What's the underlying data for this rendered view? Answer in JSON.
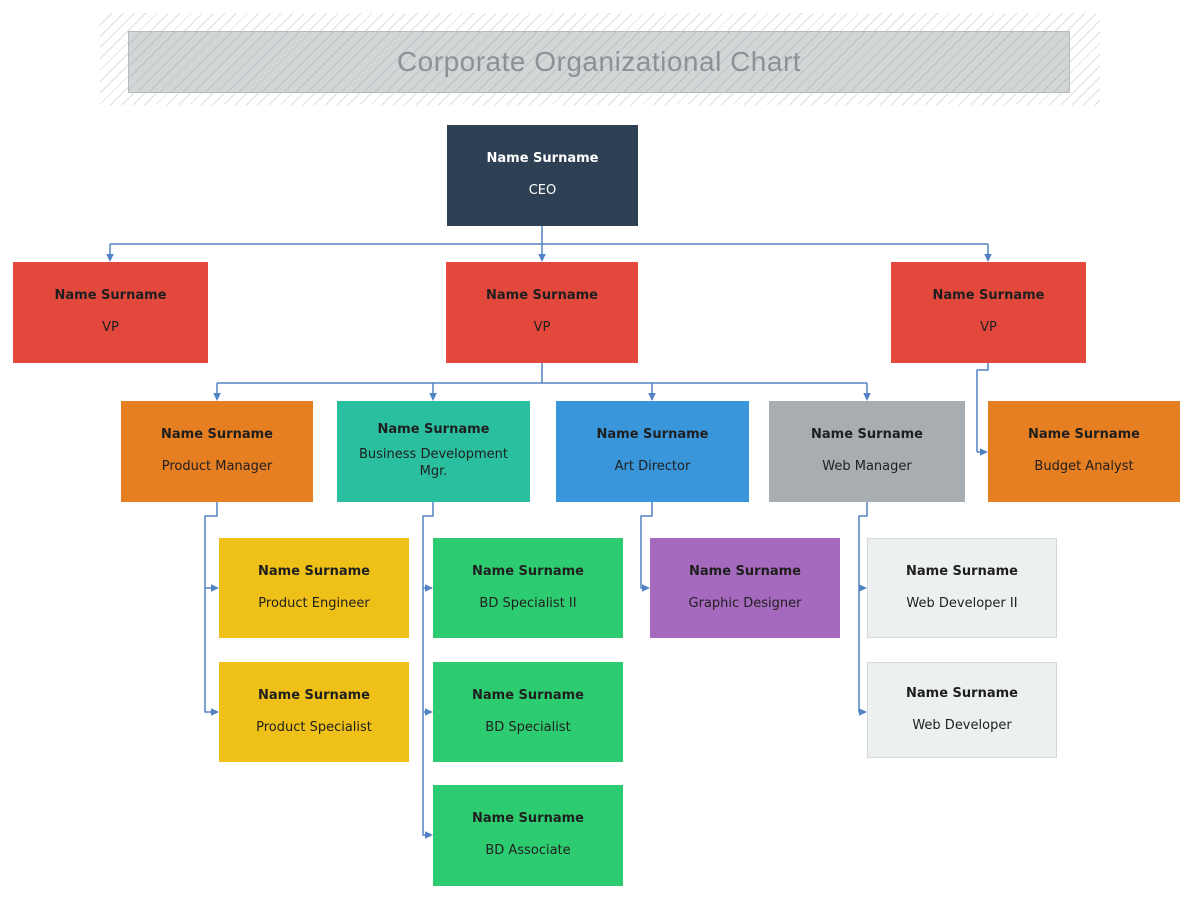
{
  "title": "Corporate Organizational Chart",
  "colors": {
    "connector": "#5282C3",
    "title_text": "#8D9194",
    "ceo_navy": "#2E4053",
    "vp_red": "#E2483B",
    "orange": "#E67E22",
    "teal": "#2ABF9F",
    "blue": "#3A96DB",
    "gray": "#A7ADB0",
    "yellow": "#EFC017",
    "green": "#2ECC71",
    "purple": "#A569BD",
    "light_gray": "#EDF0F1"
  },
  "nodes": [
    {
      "id": "ceo",
      "name": "Name Surname",
      "role": "CEO",
      "bg": "#2E4053",
      "fg": "#FFFFFF",
      "border": ""
    },
    {
      "id": "vp-left",
      "name": "Name Surname",
      "role": "VP",
      "bg": "#E2483B",
      "fg": "#1F1F1F",
      "border": ""
    },
    {
      "id": "vp-middle",
      "name": "Name Surname",
      "role": "VP",
      "bg": "#E2483B",
      "fg": "#1F1F1F",
      "border": ""
    },
    {
      "id": "vp-right",
      "name": "Name Surname",
      "role": "VP",
      "bg": "#E2483B",
      "fg": "#1F1F1F",
      "border": ""
    },
    {
      "id": "product-manager",
      "name": "Name Surname",
      "role": "Product Manager",
      "bg": "#E67E22",
      "fg": "#1F1F1F",
      "border": ""
    },
    {
      "id": "bd-manager",
      "name": "Name Surname",
      "role": "Business Development Mgr.",
      "bg": "#2ABF9F",
      "fg": "#1F1F1F",
      "border": ""
    },
    {
      "id": "art-director",
      "name": "Name Surname",
      "role": "Art Director",
      "bg": "#3A96DB",
      "fg": "#1F1F1F",
      "border": ""
    },
    {
      "id": "web-manager",
      "name": "Name Surname",
      "role": "Web Manager",
      "bg": "#A7ADB0",
      "fg": "#1F1F1F",
      "border": ""
    },
    {
      "id": "budget-analyst",
      "name": "Name Surname",
      "role": "Budget Analyst",
      "bg": "#E67E22",
      "fg": "#1F1F1F",
      "border": ""
    },
    {
      "id": "product-engineer",
      "name": "Name Surname",
      "role": "Product Engineer",
      "bg": "#EFC017",
      "fg": "#1F1F1F",
      "border": ""
    },
    {
      "id": "bd-specialist-ii",
      "name": "Name Surname",
      "role": "BD Specialist II",
      "bg": "#2ECC71",
      "fg": "#1F1F1F",
      "border": ""
    },
    {
      "id": "graphic-designer",
      "name": "Name Surname",
      "role": "Graphic Designer",
      "bg": "#A569BD",
      "fg": "#1F1F1F",
      "border": ""
    },
    {
      "id": "web-developer-ii",
      "name": "Name Surname",
      "role": "Web Developer II",
      "bg": "#EDF0F1",
      "fg": "#1F1F1F",
      "border": "1px solid #D3D9DB"
    },
    {
      "id": "product-specialist",
      "name": "Name Surname",
      "role": "Product Specialist",
      "bg": "#EFC017",
      "fg": "#1F1F1F",
      "border": ""
    },
    {
      "id": "bd-specialist",
      "name": "Name Surname",
      "role": "BD Specialist",
      "bg": "#2ECC71",
      "fg": "#1F1F1F",
      "border": ""
    },
    {
      "id": "web-developer",
      "name": "Name Surname",
      "role": "Web Developer",
      "bg": "#EDF0F1",
      "fg": "#1F1F1F",
      "border": "1px solid #D3D9DB"
    },
    {
      "id": "bd-associate",
      "name": "Name Surname",
      "role": "BD Associate",
      "bg": "#2ECC71",
      "fg": "#1F1F1F",
      "border": ""
    }
  ]
}
